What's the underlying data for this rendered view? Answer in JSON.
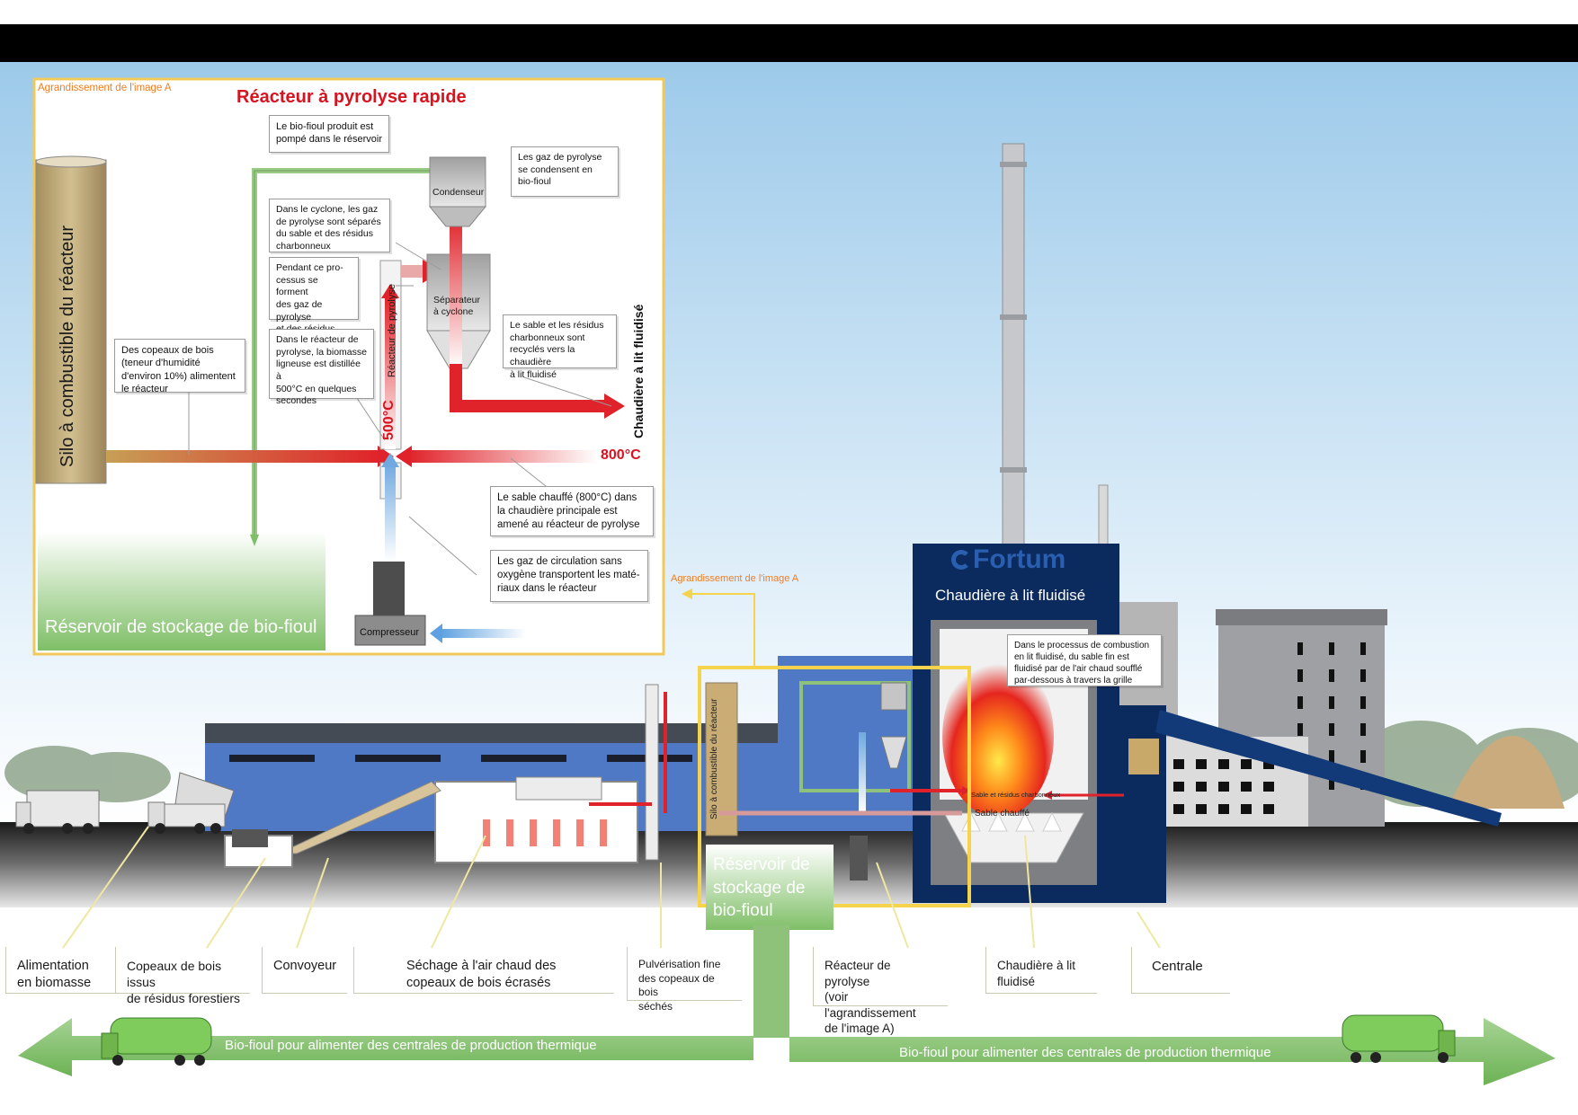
{
  "inset": {
    "caption": "Agrandissement de l'image A",
    "title": "Réacteur à pyrolyse rapide",
    "silo_label": "Silo à combustible du réacteur",
    "reactor_label": "Réacteur de pyrolyse",
    "temp_500": "500°C",
    "temp_800": "800°C",
    "condenser_label": "Condenseur",
    "cyclone_label": "Séparateur\nà cyclone",
    "boiler_label": "Chaudière à lit fluidisé",
    "storage_label": "Réservoir de stockage de bio-fioul",
    "compressor_label": "Compresseur",
    "notes": {
      "pumped": "Le bio-fioul produit est\npompé dans le réservoir",
      "condense": "Les gaz de pyrolyse\nse condensent en\nbio-fioul",
      "cyclone": "Dans le cyclone, les gaz\nde pyrolyse sont séparés\ndu sable et des résidus\ncharbonneux",
      "process": "Pendant ce pro-\ncessus se forment\ndes gaz de pyrolyse\net des résidus\ncharbonneux",
      "recycled": "Le sable et les résidus\ncharbonneux sont\nrecyclés vers la chaudière\nà lit fluidisé",
      "chips": "Des copeaux de bois\n(teneur d'humidité\nd'environ 10%) alimentent\nle réacteur",
      "reactor": "Dans le réacteur de\npyrolyse, la biomasse\nligneuse est distillée à\n500°C en quelques\nsecondes",
      "sand": "Le sable chauffé (800°C) dans\nla chaudière principale est\namené au réacteur de pyrolyse",
      "gas": "Les gaz de circulation sans\noxygène transportent les maté-\nriaux dans le réacteur"
    }
  },
  "main": {
    "brand": "Fortum",
    "boiler_title": "Chaudière à lit fluidisé",
    "zoom_caption": "Agrandissement de l'image A",
    "combustion_note": "Dans le processus de combustion\nen lit fluidisé, du sable fin est\nfluidisé par de l'air chaud soufflé\npar-dessous à travers la grille",
    "sand_char": "Sable et résidus charbonneux",
    "hot_sand": "Sable chauffé",
    "silo_small": "Silo à combustible du réacteur",
    "storage_small": "Réservoir de\nstockage de\nbio-fioul"
  },
  "bottom_labels": [
    "Alimentation\nen biomasse",
    "Copeaux de bois issus\nde résidus forestiers",
    "Convoyeur",
    "Séchage à l'air chaud des\ncopeaux de bois écrasés",
    "Pulvérisation fine\ndes copeaux de bois\nséchés",
    "Réacteur de pyrolyse\n(voir l'agrandissement\nde l'image A)",
    "Chaudière à lit\nfluidisé",
    "Centrale"
  ],
  "arrow_left_text": "Bio-fioul pour alimenter des centrales de production thermique",
  "arrow_right_text": "Bio-fioul pour alimenter des centrales de production thermique",
  "colors": {
    "sky_top": "#aed3ef",
    "fortum_blue": "#0b2a5e",
    "hot_red": "#e2121c",
    "pipe_green": "#8ec27a",
    "caption_orange": "#f07d22",
    "frame_yellow": "#f5d34a"
  }
}
